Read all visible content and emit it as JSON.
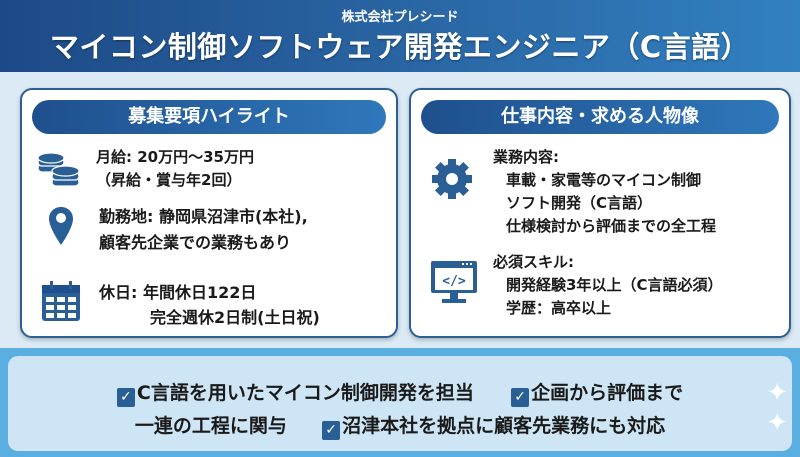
{
  "header": {
    "company": "株式会社プレシード",
    "title": "マイコン制御ソフトウェア開発エンジニア（C言語）"
  },
  "left_card": {
    "heading": "募集要項ハイライト",
    "items": [
      {
        "icon": "coins-icon",
        "lines": [
          "月給: 20万円〜35万円",
          "（昇給・賞与年2回）"
        ]
      },
      {
        "icon": "location-pin-icon",
        "lines": [
          "勤務地: 静岡県沼津市(本社),",
          "顧客先企業での業務もあり"
        ]
      },
      {
        "icon": "calendar-icon",
        "lines": [
          "休日: 年間休日122日",
          "完全週休2日制(土日祝)"
        ]
      }
    ]
  },
  "right_card": {
    "heading": "仕事内容・求める人物像",
    "duties": {
      "icon": "gear-icon",
      "label": "業務内容:",
      "lines": [
        "車載・家電等のマイコン制御",
        "ソフト開発（C言語）",
        "仕様検討から評価までの全工程"
      ]
    },
    "skills": {
      "icon": "code-monitor-icon",
      "label": "必須スキル:",
      "lines": [
        "開発経験3年以上（C言語必須）",
        "学歴：高卒以上"
      ]
    }
  },
  "bottom": {
    "check_icon": "✓",
    "points": [
      "C言語を用いたマイコン制御開発を担当",
      "企画から評価まで",
      "一連の工程に関与",
      "沼津本社を拠点に顧客先業務にも対応"
    ]
  },
  "colors": {
    "primary": "#2a5f96",
    "header_gradient_end": "#3180c0",
    "background": "#dbeaf5",
    "bottom_band": "#5aaee0"
  }
}
